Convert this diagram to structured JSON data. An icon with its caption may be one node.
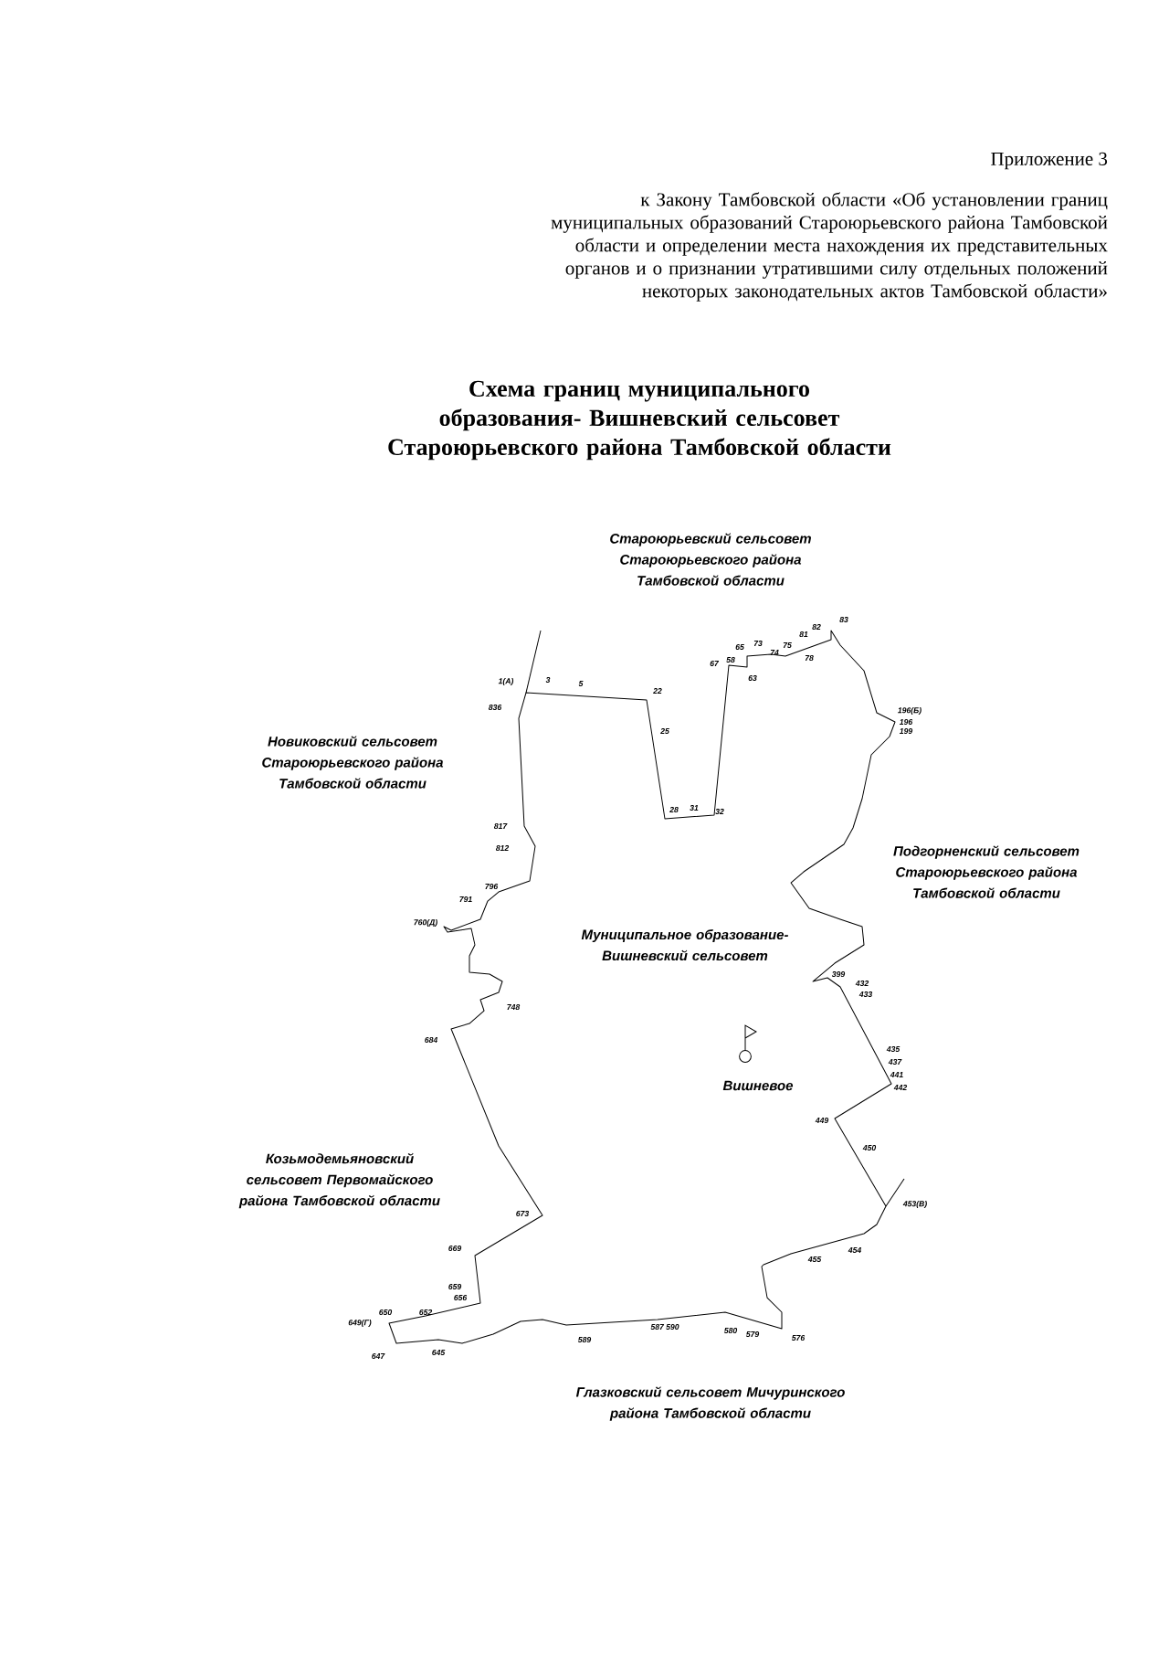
{
  "diagram": {
    "title": "Схема границ муниципального образования- Вишневский сельсовет Староюрьевского района Тамбовской области",
    "labels": [
      "Приложение 3",
      "к Закону Тамбовской области «Об установлении границ муниципальных образований Староюрьевского района Тамбовской области и определении места нахождения их представительных органов и о признании утратившими силу отдельных положений некоторых законодательных актов Тамбовской области»",
      "Староюрьевский сельсовет Староюрьевского района Тамбовской области",
      "Новиковский сельсовет Староюрьевского района Тамбовской области",
      "Подгорненский сельсовет Староюрьевского района Тамбовской области",
      "Муниципальное образование- Вишневский сельсовет",
      "Вишневое",
      "Козьмодемьяновский сельсовет Первомайского района Тамбовской области",
      "Глазковский сельсовет Мичуринского района Тамбовской области",
      "1(А)",
      "3",
      "5",
      "22",
      "25",
      "28",
      "31",
      "32",
      "67",
      "58",
      "65",
      "73",
      "74",
      "75",
      "78",
      "81",
      "82",
      "83",
      "63",
      "196(Б)",
      "196",
      "199",
      "836",
      "817",
      "812",
      "796",
      "791",
      "760(Д)",
      "748",
      "684",
      "673",
      "669",
      "659",
      "656",
      "650",
      "652",
      "649(Г)",
      "647",
      "645",
      "589",
      "587 590",
      "580",
      "579",
      "576",
      "455",
      "454",
      "453(В)",
      "450",
      "449",
      "442",
      "441",
      "437",
      "435",
      "433",
      "432",
      "399"
    ]
  }
}
